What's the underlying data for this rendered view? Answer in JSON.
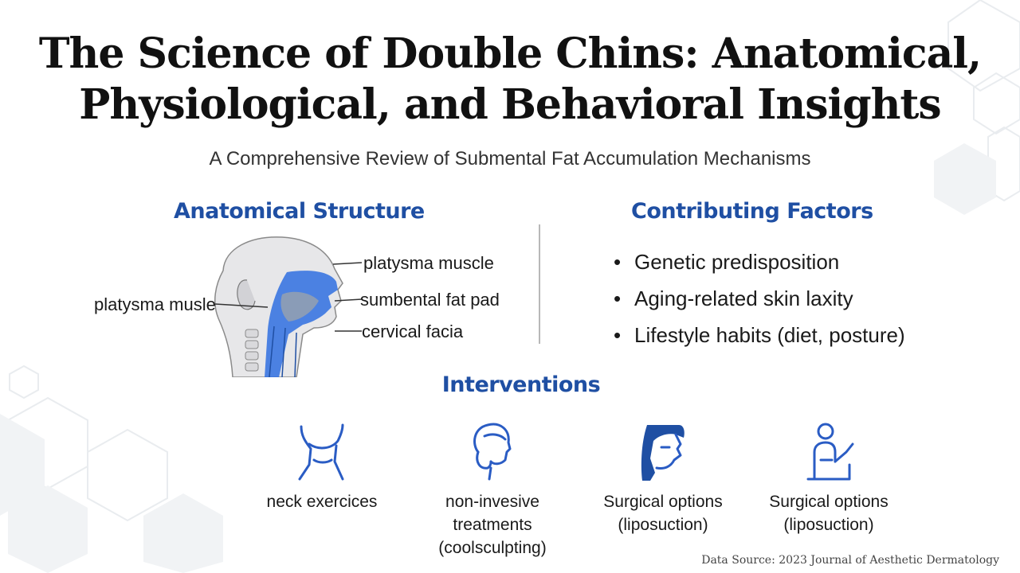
{
  "title_line1": "The Science of Double Chins: Anatomical,",
  "title_line2": "Physiological, and Behavioral Insights",
  "subtitle": "A Comprehensive Review of Submental Fat Accumulation Mechanisms",
  "anatomy": {
    "heading": "Anatomical Structure",
    "labels": {
      "platysma_right": "platysma muscle",
      "platysma_left": "platysma musle",
      "submental": "sumbental fat pad",
      "cervical": "cervical facia"
    }
  },
  "factors": {
    "heading": "Contributing Factors",
    "bullet": "•",
    "items": [
      "Genetic predisposition",
      "Aging-related skin laxity",
      "Lifestyle habits (diet, posture)"
    ]
  },
  "interventions": {
    "heading": "Interventions",
    "items": [
      {
        "icon": "neck-outline-icon",
        "line1": "neck exercices",
        "line2": ""
      },
      {
        "icon": "woman-profile-icon",
        "line1": "non-invesive",
        "line2": "treatments (coolsculpting)"
      },
      {
        "icon": "face-profile-icon",
        "line1": "Surgical options",
        "line2": "(liposuction)"
      },
      {
        "icon": "person-seated-icon",
        "line1": "Surgical options",
        "line2": "(liposuction)"
      }
    ]
  },
  "source": "Data Source: 2023 Journal of Aesthetic Dermatology",
  "colors": {
    "accent": "#1f4fa3",
    "icon": "#2a5cc4",
    "anatomy_blue": "#2f6fe0"
  }
}
